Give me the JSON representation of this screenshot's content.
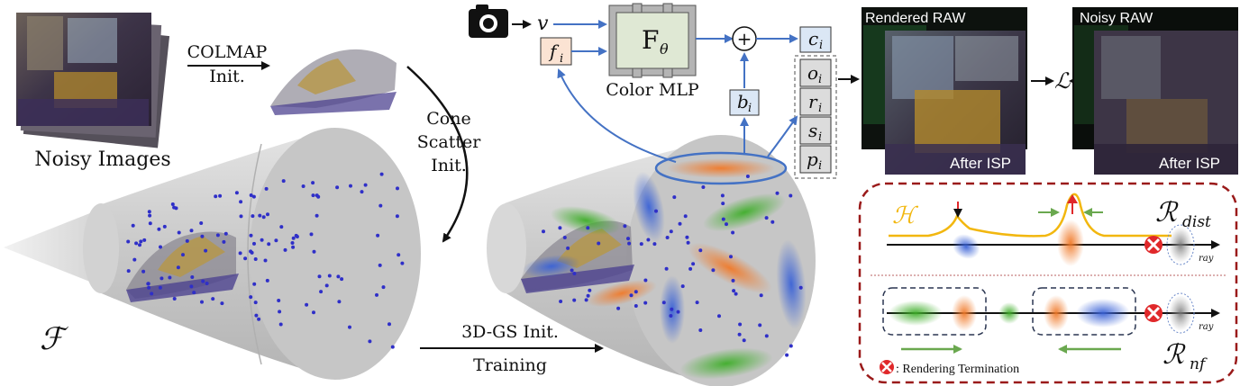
{
  "labels": {
    "colmap_line1": "COLMAP",
    "colmap_line2": "Init.",
    "noisy_images": "Noisy Images",
    "cone_line1": "Cone",
    "cone_line2": "Scatter",
    "cone_line3": "Init.",
    "field_symbol": "ℱ",
    "train_line1": "3D-GS Init.",
    "train_line2": "Training",
    "color_mlp": "Color MLP",
    "mlp_symbol": "F",
    "mlp_sub": "θ",
    "view_var": "v",
    "feat_var": "f",
    "feat_sub": "i",
    "bias_var": "b",
    "bias_sub": "i",
    "plus": "+",
    "color_out": "c",
    "color_sub": "i",
    "attr_o": "o",
    "attr_r": "r",
    "attr_s": "s",
    "attr_p": "p",
    "attr_sub": "i",
    "rendered_raw": "Rendered RAW",
    "noisy_raw": "Noisy RAW",
    "after_isp_1": "After ISP",
    "after_isp_2": "After ISP",
    "loss": "ℒ",
    "entropy": "ℋ",
    "r_symbol": "ℛ",
    "r_dist_sub": "dist",
    "r_nf_sub": "nf",
    "ray_1": "ray",
    "ray_2": "ray",
    "termination": ": Rendering Termination"
  },
  "colors": {
    "arrow_blue": "#4472c4",
    "dash_red": "#9a1a1a",
    "gauss_orange": "#f07a2a",
    "gauss_blue": "#3a62d6",
    "gauss_green": "#3fae2a",
    "entropy_yellow": "#f2b70f",
    "feat_fill": "#fbe3d3",
    "param_fill": "#dbe7f5",
    "mlp_fill": "#dfe8d4",
    "term_red": "#e0282a"
  },
  "icons": {
    "camera": "camera-icon",
    "terminate": "x-mark-icon"
  }
}
